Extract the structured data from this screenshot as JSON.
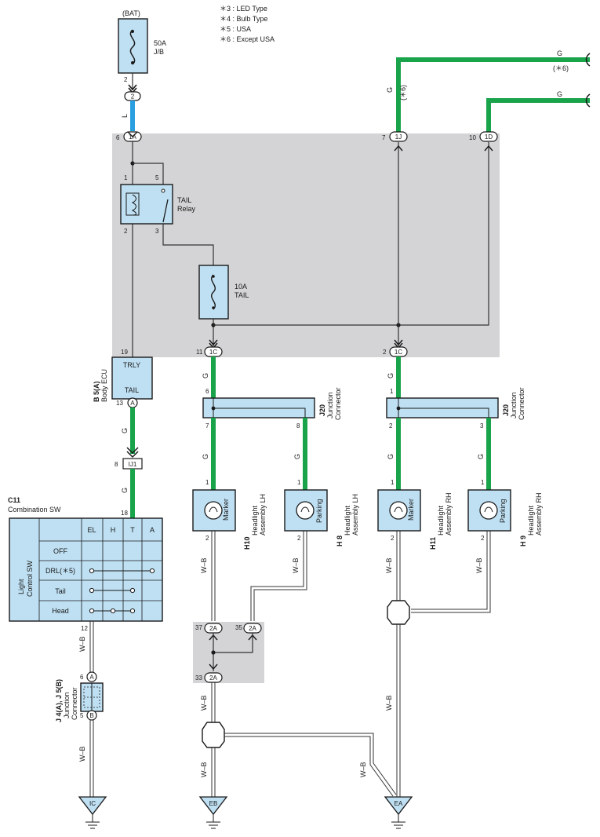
{
  "colors": {
    "green_wire": "#19a34a",
    "blue_wire": "#2a9fe0",
    "component_fill": "#bfe0f3",
    "panel_gray": "#d4d4d6",
    "ink": "#1a1a1a"
  },
  "legend": [
    "＊3 : LED Type",
    "＊4 : Bulb Type",
    "＊5 : USA",
    "＊6 : Except USA"
  ],
  "battery": {
    "label": "(BAT)",
    "fuse_amp": "50A",
    "fuse_loc": "J/B",
    "pin_out": "2",
    "conn_pin": "2",
    "wire_color": "L"
  },
  "jb_connectors": {
    "c1A": {
      "pin": "6",
      "code": "1A"
    },
    "c1J": {
      "pin": "7",
      "code": "1J"
    },
    "c1D": {
      "pin": "10",
      "code": "1D"
    },
    "c1C_left": {
      "pin": "11",
      "code": "1C"
    },
    "c1C_right": {
      "pin": "2",
      "code": "1C"
    }
  },
  "top_wires": {
    "upper": {
      "color": "G",
      "note": "(＊6)"
    },
    "lower": {
      "color": "G"
    },
    "vertical_label": "G",
    "vertical_note": "(＊6)"
  },
  "tail_relay": {
    "name": "TAIL",
    "name2": "Relay",
    "pins": [
      "1",
      "5",
      "2",
      "3"
    ]
  },
  "tail_fuse": {
    "amp": "10A",
    "name": "TAIL"
  },
  "body_ecu": {
    "code": "B 5(A)",
    "name": "Body ECU",
    "top_label": "TRLY",
    "bottom_label": "TAIL",
    "pin_top": "19",
    "pin_bottom": "13",
    "conn_letter": "A"
  },
  "ij1": {
    "pin": "8",
    "code": "IJ1"
  },
  "combination_sw": {
    "code": "C11",
    "name": "Combination SW",
    "vertical_label_1": "Light",
    "vertical_label_2": "Control SW",
    "columns": [
      "EL",
      "H",
      "T",
      "A"
    ],
    "rows": [
      "OFF",
      "DRL(＊5)",
      "Tail",
      "Head"
    ],
    "pin_top": "18",
    "pin_bottom": "12"
  },
  "junction_jcon": {
    "code": "J 4(A), J 5(B)",
    "name_1": "Junction",
    "name_2": "Connector",
    "pin_top": "6",
    "letter_top": "A",
    "pin_bottom": "5",
    "letter_bottom": "B"
  },
  "j20_left": {
    "code": "J20",
    "name_1": "Junction",
    "name_2": "Connector",
    "pin_in": "6",
    "pin_out_1": "7",
    "pin_out_2": "8"
  },
  "j20_right": {
    "code": "J20",
    "name_1": "Junction",
    "name_2": "Connector",
    "pin_in": "1",
    "pin_out_1": "2",
    "pin_out_2": "3"
  },
  "lamps": [
    {
      "key": "h10",
      "code": "H10",
      "name_1": "Headlight",
      "name_2": "Assembly LH",
      "label": "Marker",
      "pin_top": "1",
      "pin_bottom": "2"
    },
    {
      "key": "h8",
      "code": "H 8",
      "name_1": "Headlight",
      "name_2": "Assembly LH",
      "label": "Parking",
      "pin_top": "1",
      "pin_bottom": "2"
    },
    {
      "key": "h11",
      "code": "H11",
      "name_1": "Headlight",
      "name_2": "Assembly RH",
      "label": "Marker",
      "pin_top": "1",
      "pin_bottom": "2"
    },
    {
      "key": "h9",
      "code": "H 9",
      "name_1": "Headlight",
      "name_2": "Assembly RH",
      "label": "Parking",
      "pin_top": "1",
      "pin_bottom": "2"
    }
  ],
  "conn_2A": {
    "p37": "37",
    "p35": "35",
    "p33": "33",
    "code": "2A"
  },
  "wire_labels": {
    "g": "G",
    "wb": "W–B"
  },
  "grounds": [
    "IC",
    "EB",
    "EA"
  ]
}
